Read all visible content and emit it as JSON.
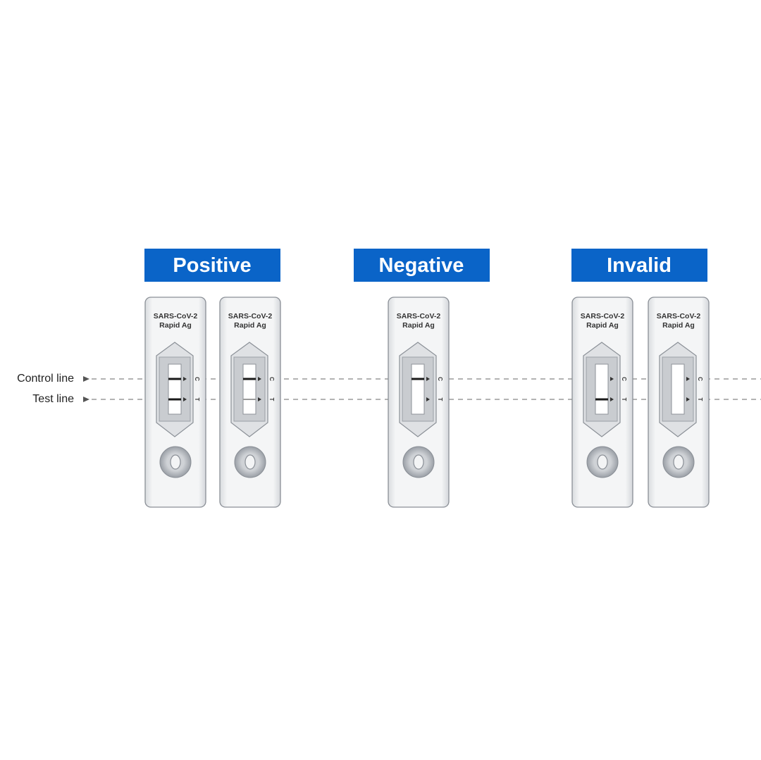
{
  "labels": {
    "control_line": "Control line",
    "test_line": "Test line"
  },
  "categories": [
    {
      "label": "Positive"
    },
    {
      "label": "Negative"
    },
    {
      "label": "Invalid"
    }
  ],
  "cassette_text": {
    "line1": "SARS-CoV-2",
    "line2": "Rapid Ag"
  },
  "window_markers": {
    "control": "C",
    "test": "T"
  },
  "cassettes": [
    {
      "group": "Positive",
      "control_band": true,
      "test_band": true,
      "test_band_strength": "strong"
    },
    {
      "group": "Positive",
      "control_band": true,
      "test_band": true,
      "test_band_strength": "faint"
    },
    {
      "group": "Negative",
      "control_band": true,
      "test_band": false
    },
    {
      "group": "Invalid",
      "control_band": false,
      "test_band": true,
      "test_band_strength": "strong"
    },
    {
      "group": "Invalid",
      "control_band": false,
      "test_band": false
    }
  ],
  "colors": {
    "header_blue": "#0a64c8",
    "cassette_fill": "#f1f2f4",
    "cassette_stroke": "#8a8f96",
    "band": "#1a1a1a",
    "guide_line": "#9a9a9a"
  }
}
